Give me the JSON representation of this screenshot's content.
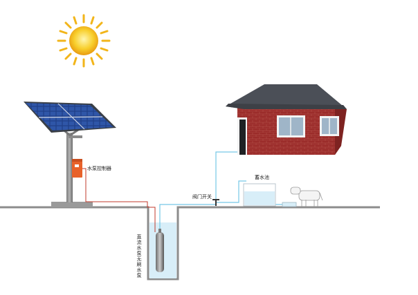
{
  "labels": {
    "controller": "水泵控制器",
    "valve_switch": "阀门开关",
    "storage_tank": "蓄水池",
    "submersible_pump": "直流水泵无刷水泵"
  },
  "colors": {
    "ground_line": "#8c8c8c",
    "water": "#d8eef8",
    "pipe": "#76c8e6",
    "cable": "#c0392b",
    "controller": "#e8622a",
    "panel_cell": "#1f3f86",
    "roof": "#4b4f57",
    "brick": "#9b2c2a",
    "sun": "#f6c21e"
  },
  "icons": [
    "sun-icon",
    "solar-panel-icon",
    "house-icon",
    "cow-icon",
    "pump-icon",
    "valve-icon"
  ]
}
